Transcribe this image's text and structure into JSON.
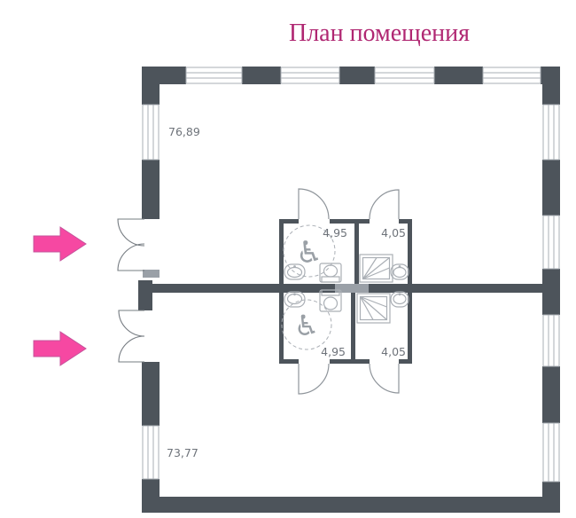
{
  "title": "План помещения",
  "colors": {
    "background": "#ffffff",
    "title": "#b02772",
    "wall": "#4d545b",
    "wall_light": "#9aa0a7",
    "line": "#aaafb5",
    "door": "#8f959b",
    "door_dark": "#767c82",
    "label": "#6e737a",
    "arrow": "#f648a2",
    "arrow_edge": "#c4539b"
  },
  "rooms": [
    {
      "id": "hall-top",
      "area": "76,89"
    },
    {
      "id": "hall-bottom",
      "area": "73,77"
    },
    {
      "id": "wc-top-left",
      "area": "4,95",
      "accessible": true
    },
    {
      "id": "wc-top-right",
      "area": "4,05"
    },
    {
      "id": "wc-bottom-left",
      "area": "4,95",
      "accessible": true
    },
    {
      "id": "wc-bottom-right",
      "area": "4,05"
    }
  ],
  "icons": {
    "accessible": "♿"
  },
  "entrances": [
    {
      "direction": "right"
    },
    {
      "direction": "right"
    }
  ]
}
